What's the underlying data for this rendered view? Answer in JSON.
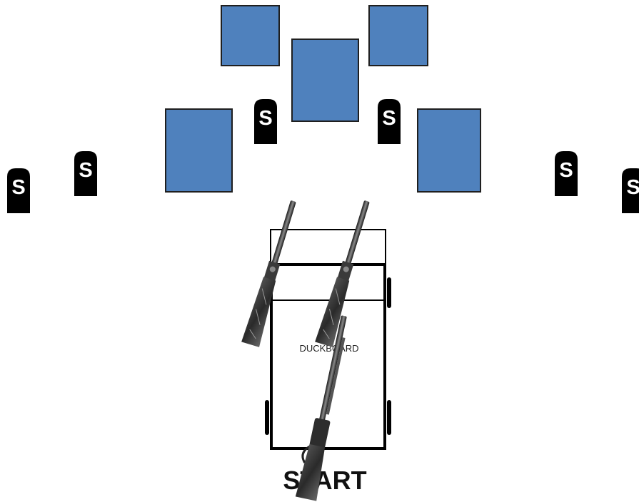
{
  "colors": {
    "target_fill": "#4f81bd",
    "target_stroke": "#1f1f1f",
    "steel_fill": "#000000",
    "steel_text": "#ffffff",
    "outline": "#000000"
  },
  "steel_targets": {
    "label": "S",
    "count": 6
  },
  "paper_targets": {
    "count": 5
  },
  "shooting_area": {
    "duckboard_label": "DUCKBOARD",
    "start_label": "START"
  },
  "guns": {
    "shotguns": 2,
    "rifles": 1
  }
}
